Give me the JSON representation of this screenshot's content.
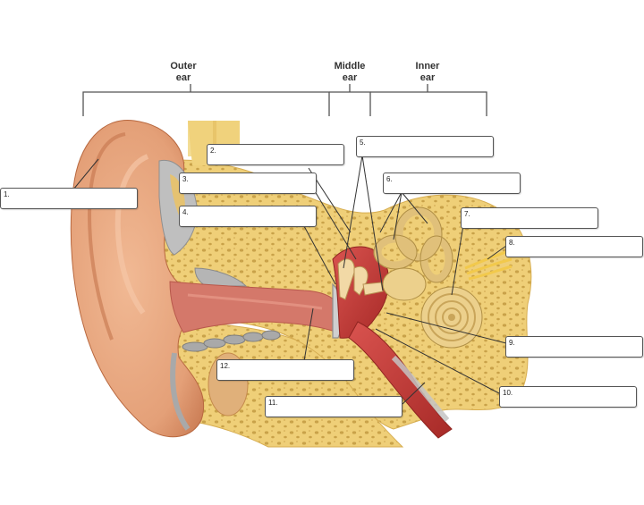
{
  "regions": {
    "outer": [
      "Outer",
      "ear"
    ],
    "middle": [
      "Middle",
      "ear"
    ],
    "inner": [
      "Inner",
      "ear"
    ]
  },
  "labels": [
    {
      "id": "1",
      "text": "1."
    },
    {
      "id": "2",
      "text": "2."
    },
    {
      "id": "3",
      "text": "3."
    },
    {
      "id": "4",
      "text": "4."
    },
    {
      "id": "5",
      "text": "5."
    },
    {
      "id": "6",
      "text": "6."
    },
    {
      "id": "7",
      "text": "7."
    },
    {
      "id": "8",
      "text": "8."
    },
    {
      "id": "9",
      "text": "9."
    },
    {
      "id": "10",
      "text": "10."
    },
    {
      "id": "11",
      "text": "11."
    },
    {
      "id": "12",
      "text": "12."
    }
  ],
  "colors": {
    "skin": "#e6a27a",
    "skin_dark": "#c97a52",
    "bone": "#f0d27c",
    "bone_dark": "#d9b04f",
    "cartilage": "#a9a9a9",
    "canal": "#c8655a",
    "middle_ear": "#c93a36",
    "cochlea": "#e8cf8a"
  }
}
